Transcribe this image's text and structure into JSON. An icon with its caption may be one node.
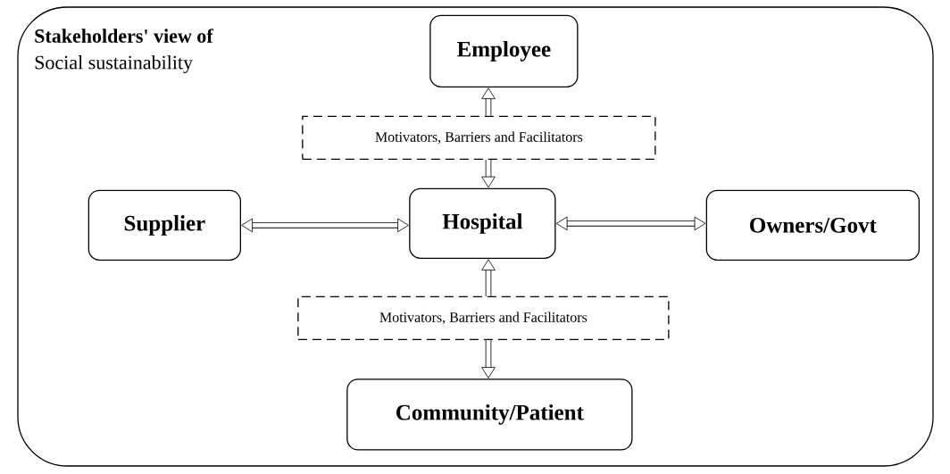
{
  "diagram": {
    "nodes": [
      {
        "text": [
          "Stakeholders' view of",
          "Social sustainability"
        ]
      },
      {
        "text": [
          "Employee"
        ],
        "in": 0
      },
      {
        "text": [
          "Motivators, Barriers and Facilitators"
        ],
        "in": 0
      },
      {
        "text": [
          "Supplier"
        ],
        "in": 0
      },
      {
        "text": [
          "Hospital"
        ],
        "in": 0
      },
      {
        "text": [
          "Owners/Govt"
        ],
        "in": 0
      },
      {
        "text": [
          "Motivators, Barriers and Facilitators"
        ],
        "in": 0
      },
      {
        "text": [
          "Community/Patient"
        ],
        "in": 0
      }
    ],
    "edges": [
      {
        "from": 2,
        "to": 1,
        "arrow": "to"
      },
      {
        "from": 2,
        "to": 4,
        "arrow": "to"
      },
      {
        "from": 3,
        "to": 4,
        "arrow": "both"
      },
      {
        "from": 4,
        "to": 5,
        "arrow": "both"
      },
      {
        "from": 6,
        "to": 4,
        "arrow": "to"
      },
      {
        "from": 6,
        "to": 7,
        "arrow": "to"
      }
    ]
  }
}
